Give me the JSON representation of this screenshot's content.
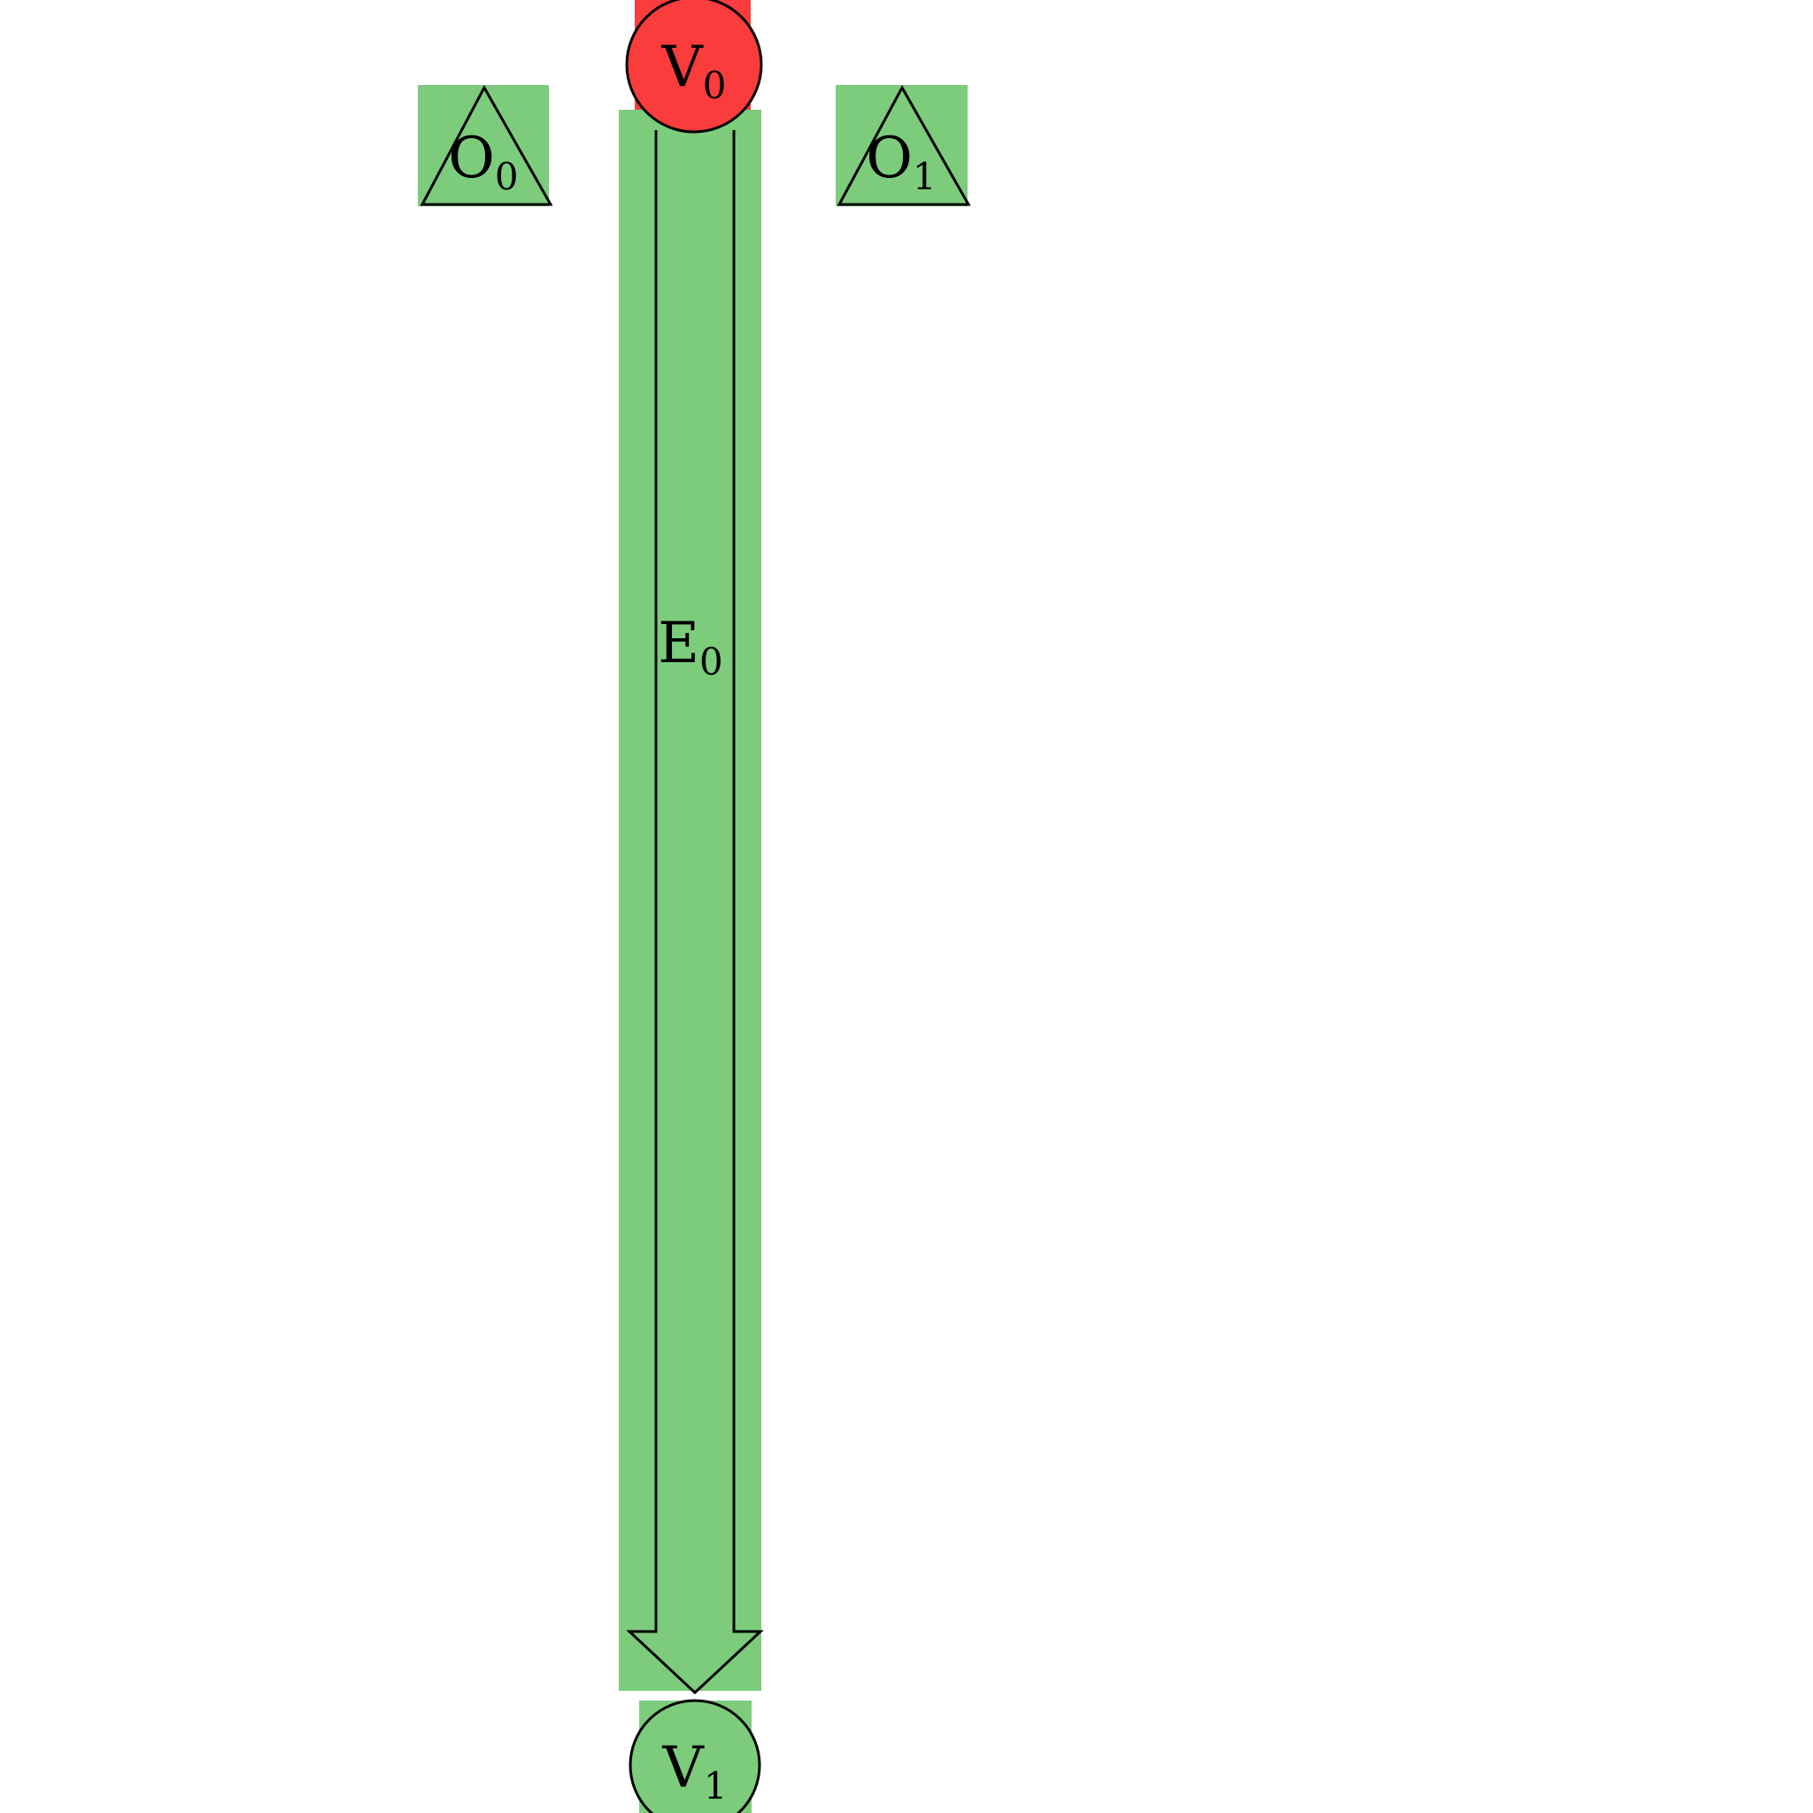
{
  "colors": {
    "red": "#fa3c3c",
    "green": "#7ccc7c",
    "outline": "#000000",
    "background": "#ffffff"
  },
  "vertices": {
    "v0": {
      "base": "V",
      "sub": "0",
      "shape": "circle",
      "fill": "red"
    },
    "v1": {
      "base": "V",
      "sub": "1",
      "shape": "circle",
      "fill": "green"
    }
  },
  "observations": {
    "o0": {
      "base": "O",
      "sub": "0",
      "shape": "triangle-in-square",
      "fill": "green"
    },
    "o1": {
      "base": "O",
      "sub": "1",
      "shape": "triangle-in-square",
      "fill": "green"
    }
  },
  "edges": {
    "e0": {
      "base": "E",
      "sub": "0",
      "from": "V0",
      "to": "V1",
      "direction": "down"
    }
  }
}
